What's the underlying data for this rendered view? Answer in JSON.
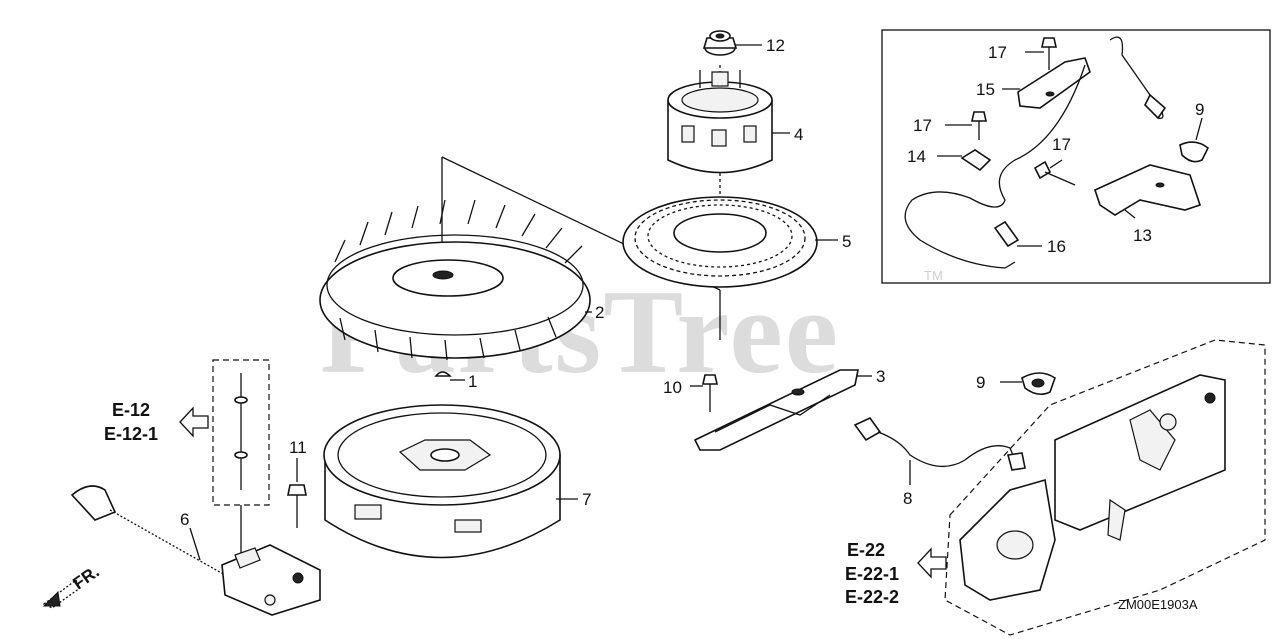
{
  "watermark": "PartsTree",
  "trademark": "TM",
  "diagram_code": "ZM00E1903A",
  "front_marker": "FR.",
  "callouts": {
    "c1": "1",
    "c2": "2",
    "c3": "3",
    "c4": "4",
    "c5": "5",
    "c6": "6",
    "c7": "7",
    "c8": "8",
    "c9a": "9",
    "c9b": "9",
    "c10": "10",
    "c11": "11",
    "c12": "12",
    "c13": "13",
    "c14": "14",
    "c15": "15",
    "c16": "16",
    "c17a": "17",
    "c17b": "17",
    "c17c": "17"
  },
  "refs_left": [
    "E-12",
    "E-12-1"
  ],
  "refs_right": [
    "E-22",
    "E-22-1",
    "E-22-2"
  ]
}
